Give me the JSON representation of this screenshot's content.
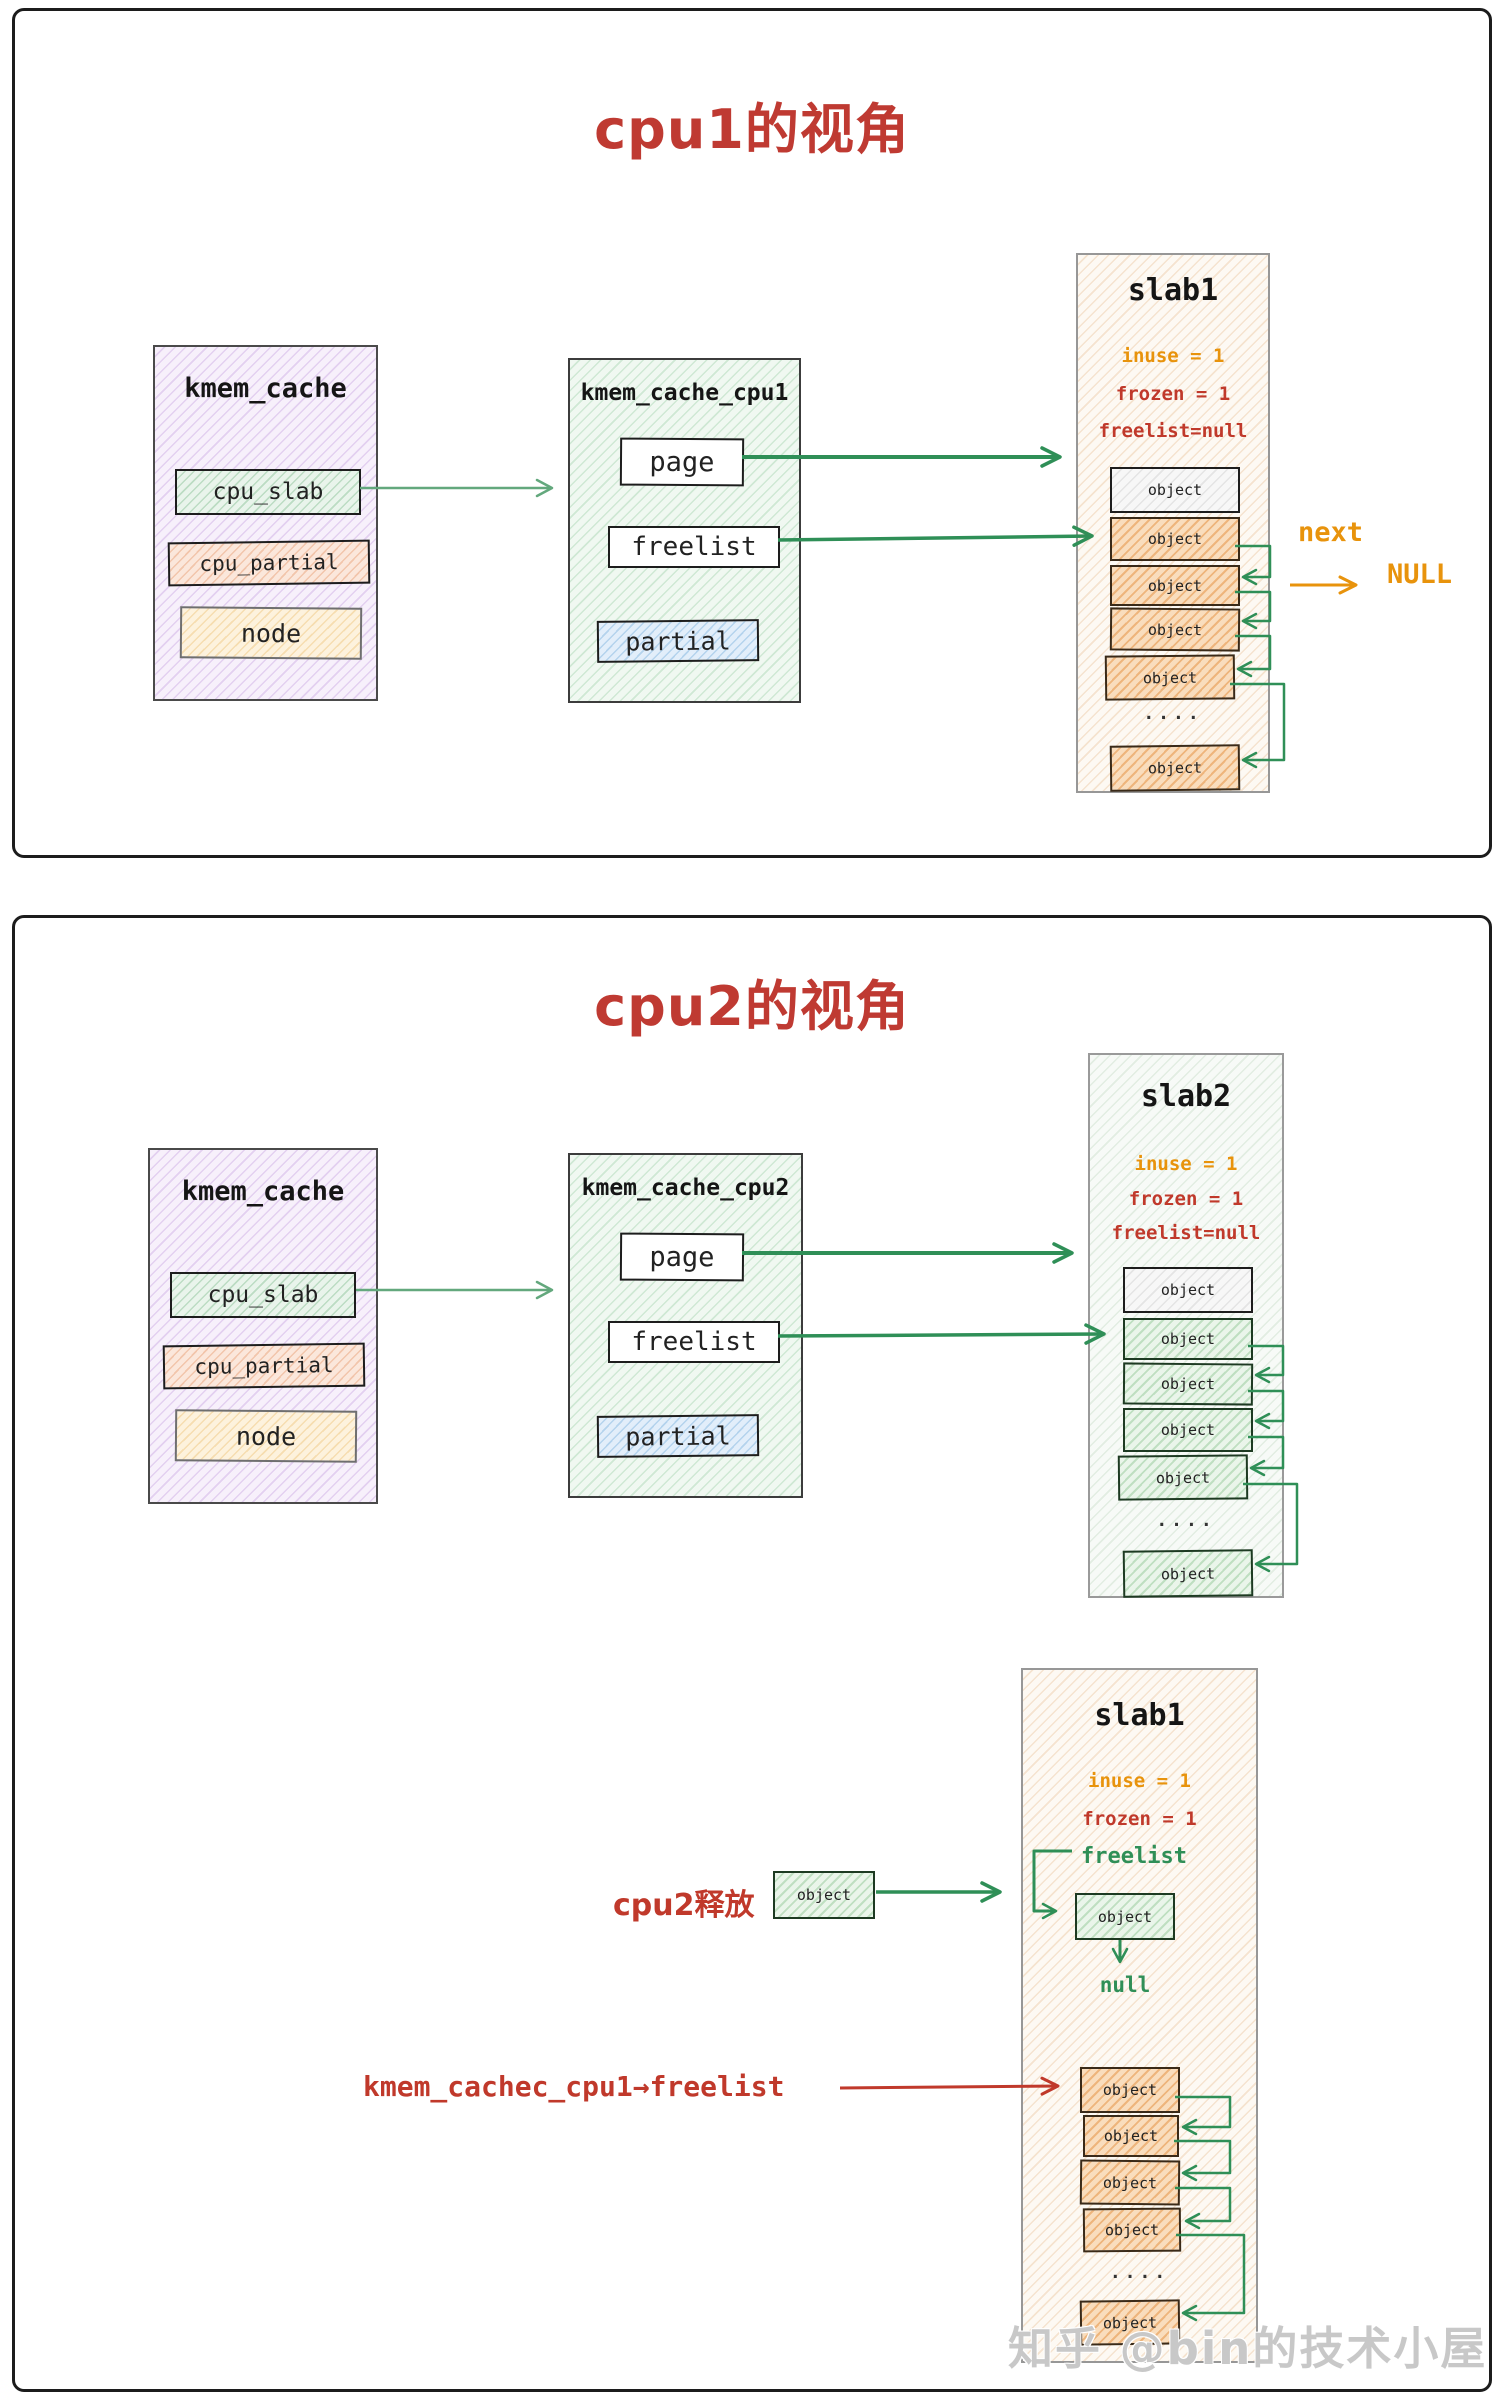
{
  "colors": {
    "title_red": "#bf3a32",
    "arrow_green": "#2f8f57",
    "status_orange": "#e8930c",
    "status_red": "#c0392b",
    "freelist_green": "#2f8f57"
  },
  "panel1": {
    "title": "cpu1的视角",
    "kmem_cache": {
      "title": "kmem_cache",
      "fields": [
        {
          "label": "cpu_slab"
        },
        {
          "label": "cpu_partial"
        },
        {
          "label": "node"
        }
      ]
    },
    "kmem_cache_cpu": {
      "title": "kmem_cache_cpu1",
      "fields": [
        {
          "label": "page"
        },
        {
          "label": "freelist"
        },
        {
          "label": "partial"
        }
      ]
    },
    "slab": {
      "title": "slab1",
      "inuse": "inuse = 1",
      "frozen": "frozen = 1",
      "freelist": "freelist=null",
      "objects": [
        {
          "label": "object",
          "state": "allocated"
        },
        {
          "label": "object",
          "state": "free"
        },
        {
          "label": "object",
          "state": "free"
        },
        {
          "label": "object",
          "state": "free"
        },
        {
          "label": "object",
          "state": "free"
        },
        {
          "label": "object",
          "state": "free"
        }
      ],
      "ellipsis": "...."
    },
    "next_label": "next",
    "null_label": "NULL"
  },
  "panel2": {
    "title": "cpu2的视角",
    "kmem_cache": {
      "title": "kmem_cache",
      "fields": [
        {
          "label": "cpu_slab"
        },
        {
          "label": "cpu_partial"
        },
        {
          "label": "node"
        }
      ]
    },
    "kmem_cache_cpu": {
      "title": "kmem_cache_cpu2",
      "fields": [
        {
          "label": "page"
        },
        {
          "label": "freelist"
        },
        {
          "label": "partial"
        }
      ]
    },
    "slab2": {
      "title": "slab2",
      "inuse": "inuse = 1",
      "frozen": "frozen = 1",
      "freelist": "freelist=null",
      "objects": [
        {
          "label": "object",
          "state": "allocated"
        },
        {
          "label": "object",
          "state": "free"
        },
        {
          "label": "object",
          "state": "free"
        },
        {
          "label": "object",
          "state": "free"
        },
        {
          "label": "object",
          "state": "free"
        },
        {
          "label": "object",
          "state": "free"
        }
      ],
      "ellipsis": "...."
    },
    "slab1": {
      "title": "slab1",
      "inuse": "inuse = 1",
      "frozen": "frozen = 1",
      "freelist_label": "freelist",
      "freed_object_label": "object",
      "null_label": "null",
      "objects": [
        {
          "label": "object",
          "state": "free"
        },
        {
          "label": "object",
          "state": "free"
        },
        {
          "label": "object",
          "state": "free"
        },
        {
          "label": "object",
          "state": "free"
        },
        {
          "label": "object",
          "state": "free"
        }
      ],
      "ellipsis": "...."
    },
    "release_label": "cpu2释放",
    "released_object_label": "object",
    "pointer_label": "kmem_cachec_cpu1→freelist"
  },
  "watermark": "知乎 @bin的技术小屋"
}
